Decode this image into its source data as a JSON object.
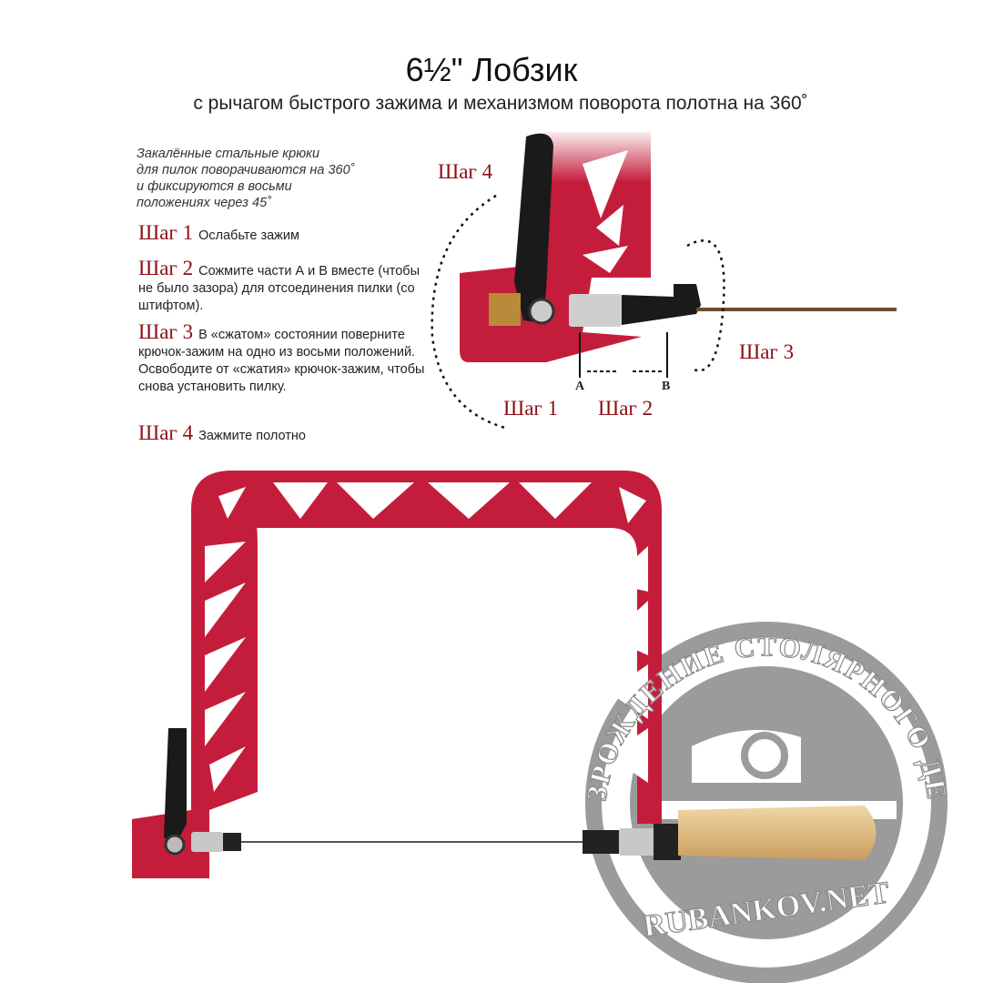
{
  "header": {
    "title": "6½\" Лобзик",
    "subtitle": "с рычагом быстрого зажима и механизмом поворота полотна на 360˚"
  },
  "note": [
    "Закалённые стальные крюки",
    "для пилок поворачиваются на 360˚",
    "и фиксируются в восьми",
    "положениях через 45˚"
  ],
  "steps": [
    {
      "label": "Шаг 1",
      "text": "Ослабьте зажим"
    },
    {
      "label": "Шаг 2",
      "text": "Сожмите части А и В вместе (чтобы не было зазора) для отсоединения пилки (со штифтом)."
    },
    {
      "label": "Шаг 3",
      "text": "В «сжатом» состоянии поверните крючок-зажим на одно из восьми положений. Освободите от «сжатия» крючок-зажим, чтобы снова установить пилку."
    },
    {
      "label": "Шаг 4",
      "text": "Зажмите полотно"
    }
  ],
  "diagram": {
    "step1": "Шаг 1",
    "step2": "Шаг 2",
    "step3": "Шаг 3",
    "step4": "Шаг 4",
    "point_a": "A",
    "point_b": "B"
  },
  "watermark": {
    "arc_text": "ВОЗРОЖДЕНИЕ СТОЛЯРНОГО ДЕЛА",
    "bottom_text": "RUBANKOV.NET"
  },
  "colors": {
    "frame": "#c41d3c",
    "step_label": "#8b0f14",
    "watermark": "#8a8a8a"
  }
}
